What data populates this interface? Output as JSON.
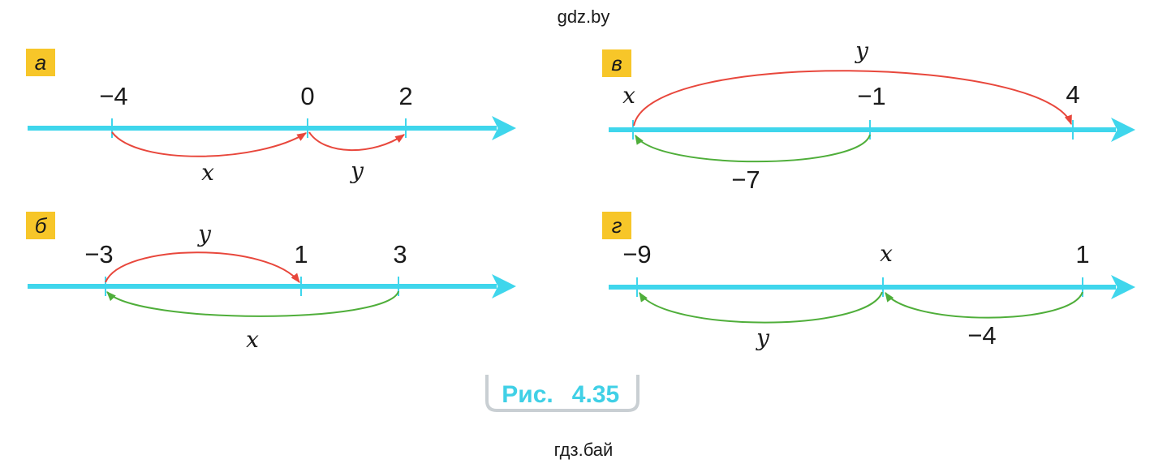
{
  "watermark_top": "gdz.by",
  "watermark_bottom": "гдз.бай",
  "caption": {
    "prefix": "Рис.",
    "number": "4.35"
  },
  "colors": {
    "axis": "#3fd6ec",
    "positive_arrow": "#e8473c",
    "negative_arrow": "#4fae3a",
    "label_bg": "#f7c629",
    "caption_text": "#40d0e6",
    "caption_border": "#c9cfd3"
  },
  "panels": {
    "a": {
      "label": "а",
      "ticks": [
        "−4",
        "0",
        "2"
      ],
      "arcs": [
        "x",
        "y"
      ]
    },
    "b": {
      "label": "б",
      "ticks": [
        "−3",
        "1",
        "3"
      ],
      "arcs": [
        "y",
        "x"
      ]
    },
    "v": {
      "label": "в",
      "ticks": [
        "x",
        "−1",
        "4"
      ],
      "arcs": [
        "y",
        "−7"
      ]
    },
    "g": {
      "label": "г",
      "ticks": [
        "−9",
        "x",
        "1"
      ],
      "arcs": [
        "y",
        "−4"
      ]
    }
  }
}
